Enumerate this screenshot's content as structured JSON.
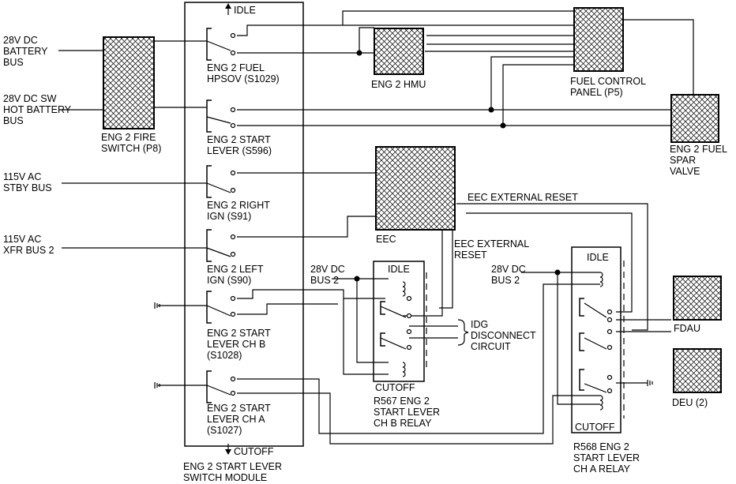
{
  "buses": {
    "battery_bus": [
      "28V DC",
      "BATTERY",
      "BUS"
    ],
    "hot_battery_bus": [
      "28V DC SW",
      "HOT BATTERY",
      "BUS"
    ],
    "stby_bus": [
      "115V AC",
      "STBY BUS"
    ],
    "xfr_bus": [
      "115V AC",
      "XFR BUS 2"
    ],
    "bus2_b": [
      "28V DC",
      "BUS 2"
    ],
    "bus2_a": [
      "28V DC",
      "BUS 2"
    ]
  },
  "fire_switch": [
    "ENG 2 FIRE",
    "SWITCH (P8)"
  ],
  "module": {
    "idle": "IDLE",
    "cutoff": "CUTOFF",
    "name": [
      "ENG 2 START LEVER",
      "SWITCH MODULE"
    ],
    "switches": [
      [
        "ENG 2 FUEL",
        "HPSOV (S1029)"
      ],
      [
        "ENG 2 START",
        "LEVER (S596)"
      ],
      [
        "ENG 2 RIGHT",
        "IGN (S91)"
      ],
      [
        "ENG 2 LEFT",
        "IGN (S90)"
      ],
      [
        "ENG 2 START",
        "LEVER CH B",
        "(S1028)"
      ],
      [
        "ENG 2 START",
        "LEVER CH A",
        "(S1027)"
      ]
    ]
  },
  "hmu": "ENG 2 HMU",
  "fuel_panel": [
    "FUEL CONTROL",
    "PANEL (P5)"
  ],
  "spar_valve": [
    "ENG 2 FUEL",
    "SPAR",
    "VALVE"
  ],
  "eec": "EEC",
  "eec_reset_top": "EEC EXTERNAL RESET",
  "eec_reset_mid": [
    "EEC EXTERNAL",
    "RESET"
  ],
  "relay_b": {
    "idle": "IDLE",
    "cutoff": "CUTOFF",
    "name": [
      "R567 ENG 2",
      "START LEVER",
      "CH B RELAY"
    ]
  },
  "relay_a": {
    "idle": "IDLE",
    "cutoff": "CUTOFF",
    "name": [
      "R568 ENG 2",
      "START LEVER",
      "CH A RELAY"
    ]
  },
  "idg": [
    "IDG",
    "DISCONNECT",
    "CIRCUIT"
  ],
  "fdau": "FDAU",
  "deu": "DEU (2)"
}
